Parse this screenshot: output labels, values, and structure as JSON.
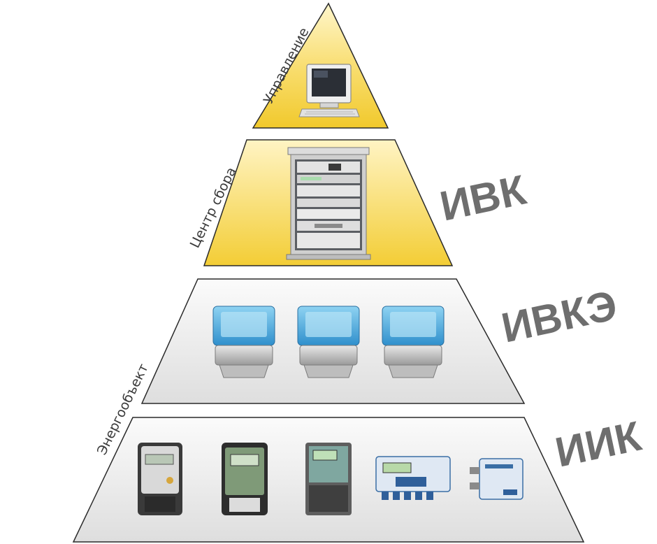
{
  "diagram": {
    "tiers": [
      {
        "id": "top",
        "side_label": "Управление",
        "level_label": ""
      },
      {
        "id": "collect",
        "side_label": "Центр сбора",
        "level_label": "ИВК"
      },
      {
        "id": "concentrators",
        "side_label": "",
        "level_label": "ИВКЭ"
      },
      {
        "id": "meters",
        "side_label": "Энергообъект",
        "level_label": "ИИК"
      }
    ],
    "colors": {
      "gold_top": "#f4d24a",
      "gold_mid": "#fbe9a0",
      "gray_top": "#e4e4e4",
      "gray_bottom": "#f7f7f7",
      "outline": "#2a2a2a",
      "label": "#6e6e6e"
    },
    "icons": [
      "computer-monitor-icon",
      "server-rack-icon",
      "data-concentrator-icon",
      "electric-meter-icon",
      "controller-device-icon"
    ]
  }
}
